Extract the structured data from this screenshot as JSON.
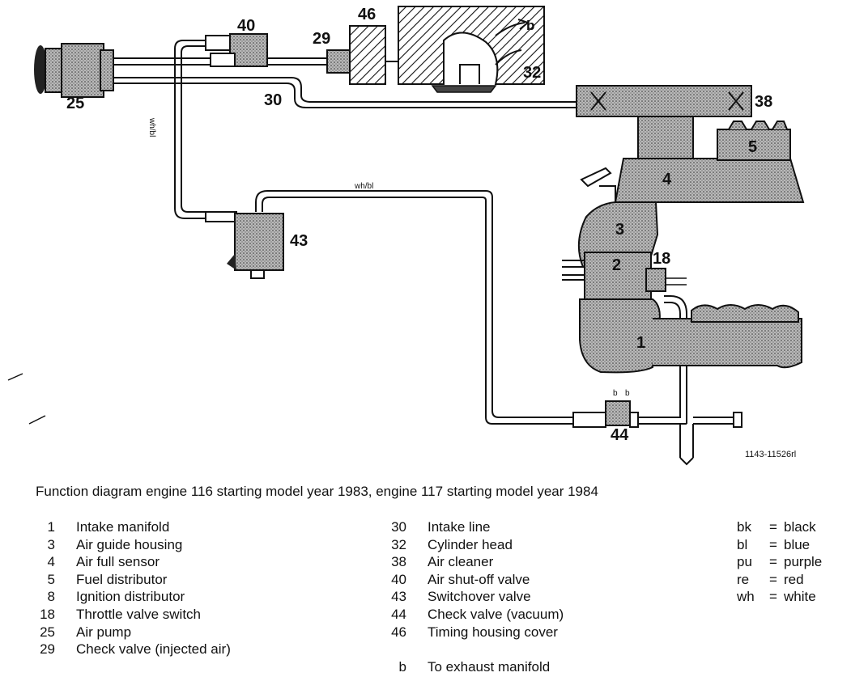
{
  "diagram": {
    "parts": {
      "p1": "1",
      "p2": "2",
      "p3": "3",
      "p4": "4",
      "p5": "5",
      "p18": "18",
      "p25": "25",
      "p29": "29",
      "p30": "30",
      "p32": "32",
      "p38": "38",
      "p40": "40",
      "p43": "43",
      "p44": "44",
      "p46": "46",
      "b": "b"
    },
    "wire_labels": {
      "vertical": "wh/bl",
      "horizontal": "wh/bl"
    },
    "figure_ref": "1143-11526rl"
  },
  "caption": "Function diagram engine 116 starting model year 1983, engine 117 starting model year 1984",
  "legend": {
    "col1": [
      {
        "n": "1",
        "t": "Intake manifold"
      },
      {
        "n": "3",
        "t": "Air guide housing"
      },
      {
        "n": "4",
        "t": "Air full sensor"
      },
      {
        "n": "5",
        "t": "Fuel distributor"
      },
      {
        "n": "8",
        "t": "Ignition distributor"
      },
      {
        "n": "18",
        "t": "Throttle valve switch"
      },
      {
        "n": "25",
        "t": "Air pump"
      },
      {
        "n": "29",
        "t": "Check valve (injected air)"
      }
    ],
    "col2": [
      {
        "n": "30",
        "t": "Intake line"
      },
      {
        "n": "32",
        "t": "Cylinder head"
      },
      {
        "n": "38",
        "t": "Air cleaner"
      },
      {
        "n": "40",
        "t": "Air shut-off valve"
      },
      {
        "n": "43",
        "t": "Switchover valve"
      },
      {
        "n": "44",
        "t": "Check valve (vacuum)"
      },
      {
        "n": "46",
        "t": "Timing housing cover"
      }
    ],
    "b_note": {
      "n": "b",
      "t": "To exhaust manifold"
    }
  },
  "abbreviations": [
    {
      "k": "bk",
      "v": "black"
    },
    {
      "k": "bl",
      "v": "blue"
    },
    {
      "k": "pu",
      "v": "purple"
    },
    {
      "k": "re",
      "v": "red"
    },
    {
      "k": "wh",
      "v": "white"
    }
  ]
}
